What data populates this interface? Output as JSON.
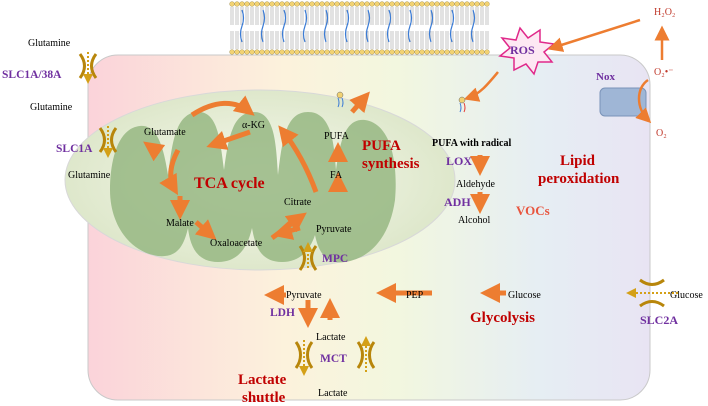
{
  "labels": {
    "glutamine_outside": "Glutamine",
    "slc1a38a": "SLC1A/38A",
    "glutamine_cyto": "Glutamine",
    "slc1a": "SLC1A",
    "glutamine_mito": "Glutamine",
    "glutamate": "Glutamate",
    "akg": "α-KG",
    "tca_cycle": "TCA cycle",
    "malate": "Malate",
    "oxaloacetate": "Oxaloacetate",
    "citrate": "Citrate",
    "pyruvate_mito": "Pyruvate",
    "fa": "FA",
    "pufa": "PUFA",
    "pufa_synthesis_1": "PUFA",
    "pufa_synthesis_2": "synthesis",
    "mpc": "MPC",
    "pyruvate_cyto": "Pyruvate",
    "pep": "PEP",
    "glucose_cyto": "Glucose",
    "glucose_outside": "Glucose",
    "slc2a": "SLC2A",
    "glycolysis": "Glycolysis",
    "ldh": "LDH",
    "lactate_cyto": "Lactate",
    "mct": "MCT",
    "lactate_outside": "Lactate",
    "lactate_shuttle_1": "Lactate",
    "lactate_shuttle_2": "shuttle",
    "ros": "ROS",
    "nox": "Nox",
    "h2o2": "H₂O₂",
    "superoxide": "O₂•⁻",
    "o2": "O₂",
    "pufa_radical": "PUFA with radical",
    "lox": "LOX",
    "aldehyde": "Aldehyde",
    "adh": "ADH",
    "alcohol": "Alcohol",
    "vocs": "VOCs",
    "lipid_peroxidation_1": "Lipid",
    "lipid_peroxidation_2": "peroxidation"
  },
  "colors": {
    "arrow": "#ed7d31",
    "enzyme": "#7030a0",
    "title_red": "#c00000",
    "vocs": "#e8553e",
    "transporter": "#b8860b",
    "mito_fill": "#e9efd9",
    "mito_cristae": "#97b783",
    "nox": "#9fb6d6",
    "membrane_head": "#f2d272"
  }
}
